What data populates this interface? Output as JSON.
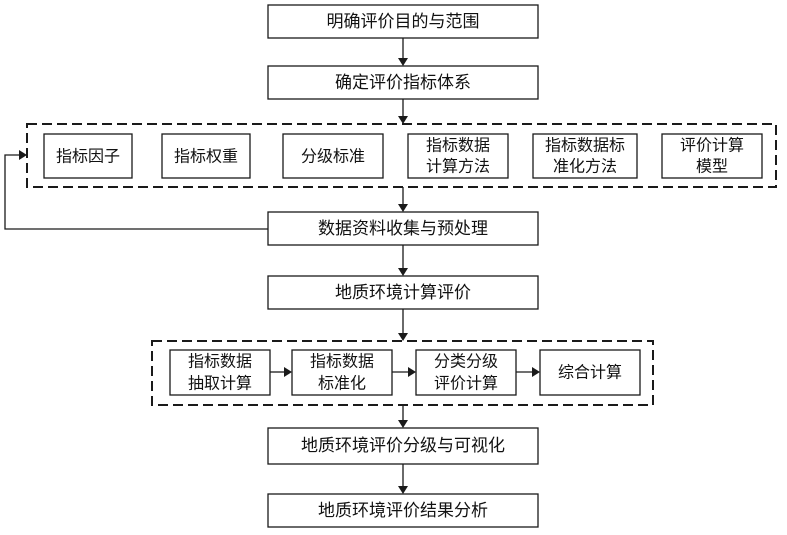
{
  "steps": {
    "define_purpose": "明确评价目的与范围",
    "build_index_system": "确定评价指标体系",
    "data_collection": "数据资料收集与预处理",
    "geo_env_calc": "地质环境计算评价",
    "grading_visualization": "地质环境评价分级与可视化",
    "result_analysis": "地质环境评价结果分析"
  },
  "index_group": {
    "items": [
      {
        "id": "index-factor",
        "lines": [
          "指标因子"
        ]
      },
      {
        "id": "index-weight",
        "lines": [
          "指标权重"
        ]
      },
      {
        "id": "grading-standard",
        "lines": [
          "分级标准"
        ]
      },
      {
        "id": "index-data-calc-method",
        "lines": [
          "指标数据",
          "计算方法"
        ]
      },
      {
        "id": "index-data-standardization-method",
        "lines": [
          "指标数据标",
          "准化方法"
        ]
      },
      {
        "id": "evaluation-calc-model",
        "lines": [
          "评价计算",
          "模型"
        ]
      }
    ]
  },
  "calc_group": {
    "items": [
      {
        "id": "index-data-extraction",
        "lines": [
          "指标数据",
          "抽取计算"
        ]
      },
      {
        "id": "index-data-standardize",
        "lines": [
          "指标数据",
          "标准化"
        ]
      },
      {
        "id": "classified-grading-calc",
        "lines": [
          "分类分级",
          "评价计算"
        ]
      },
      {
        "id": "comprehensive-calc",
        "lines": [
          "综合计算"
        ]
      }
    ]
  }
}
